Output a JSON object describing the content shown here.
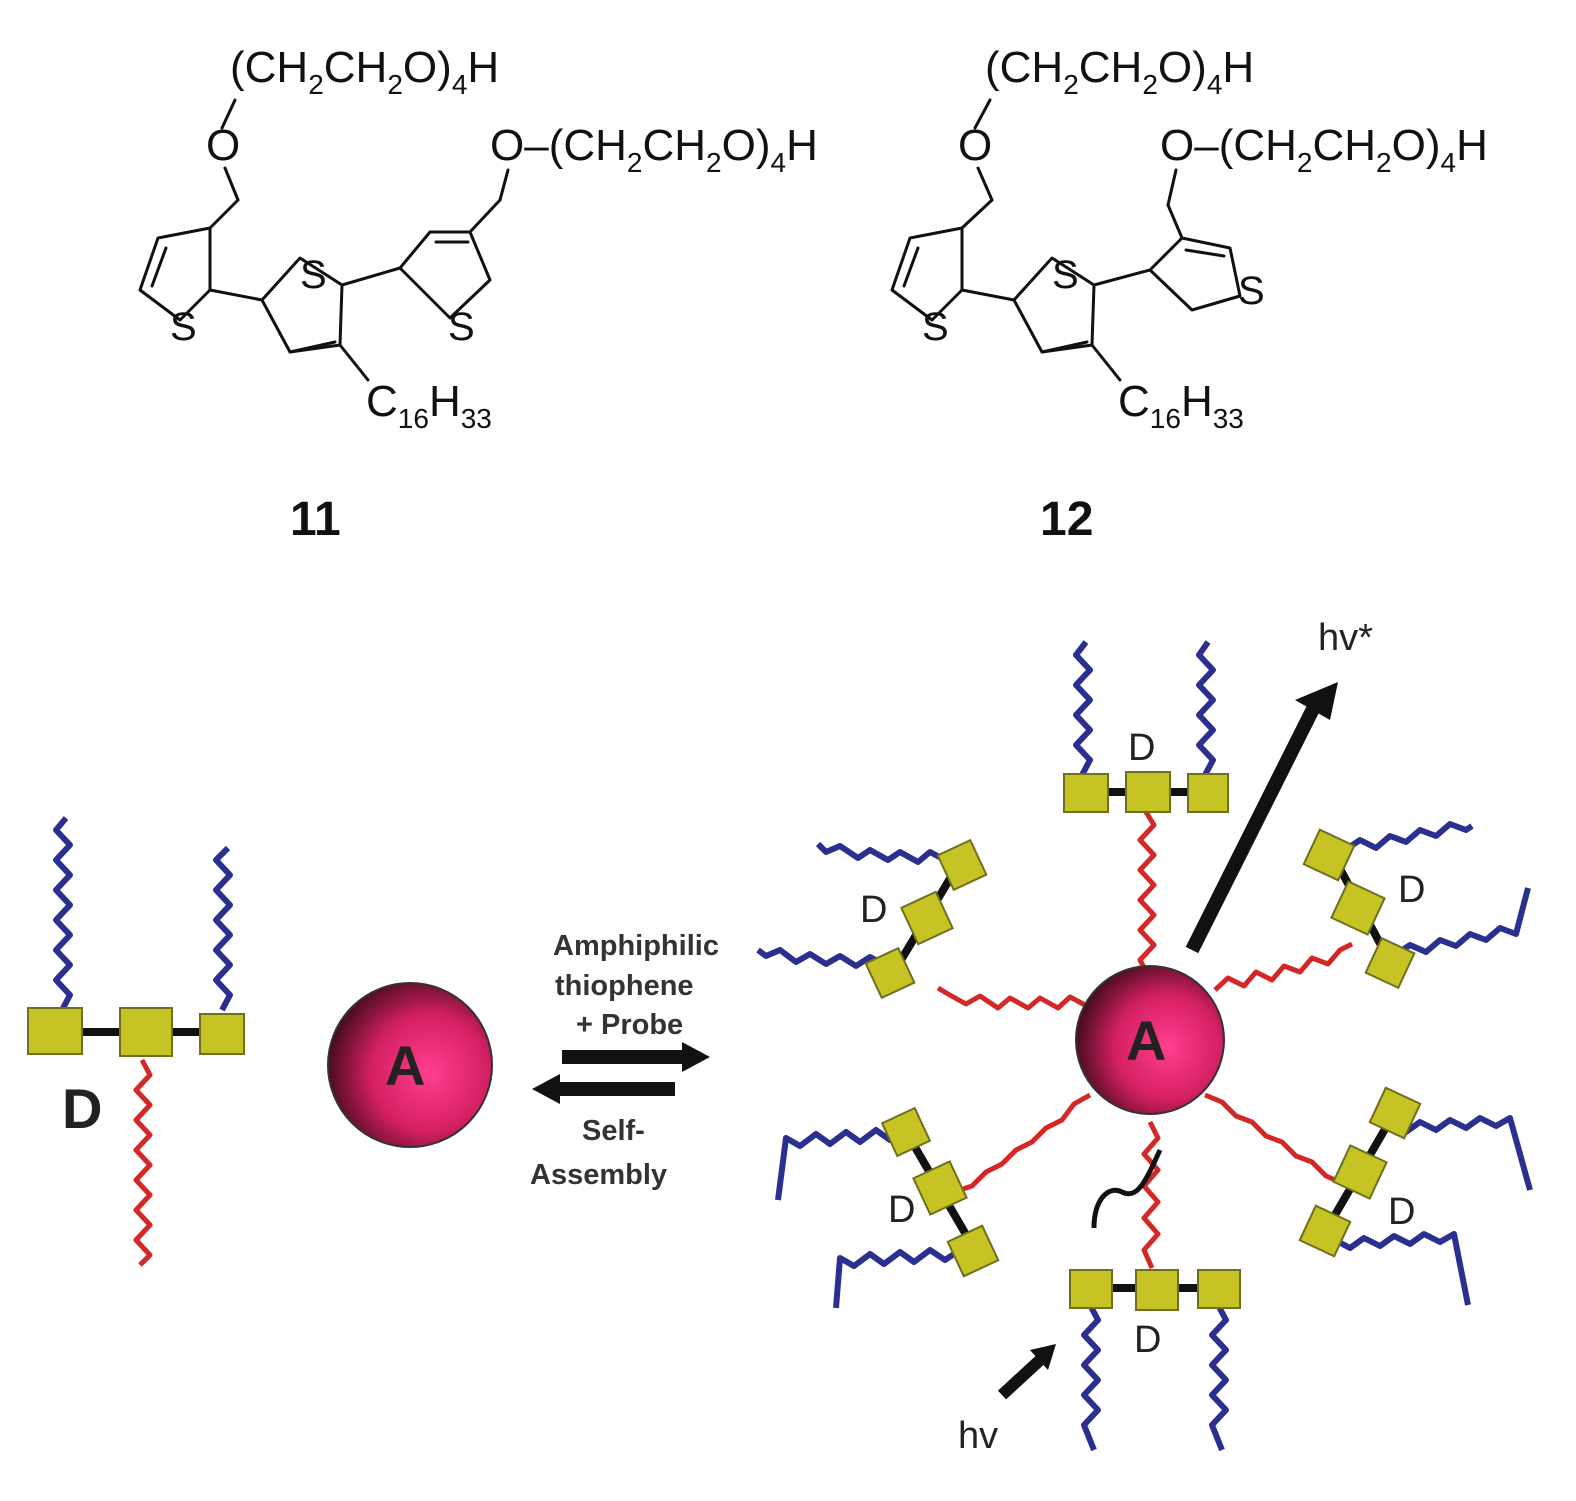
{
  "structures": {
    "peg_top": "(CH2CH2O)4H",
    "peg_side": "O–(CH2CH2O)4H",
    "oxygen": "O",
    "sulfur": "S",
    "alkyl": "C16H33",
    "compounds": [
      {
        "id": "11"
      },
      {
        "id": "12"
      }
    ]
  },
  "scheme": {
    "donor_label": "D",
    "acceptor_label": "A",
    "arrow_forward_lines": [
      "Amphiphilic",
      "thiophene",
      "+ Probe"
    ],
    "arrow_reverse_lines": [
      "Self-",
      "Assembly"
    ],
    "excitation_label": "hv",
    "emission_label": "hv*"
  },
  "colors": {
    "hydrophilic_chain": "#2b2f8f",
    "hydrophobic_chain": "#d42727",
    "thiophene_unit": "#c6c425",
    "acceptor_core": "#e0246a"
  }
}
